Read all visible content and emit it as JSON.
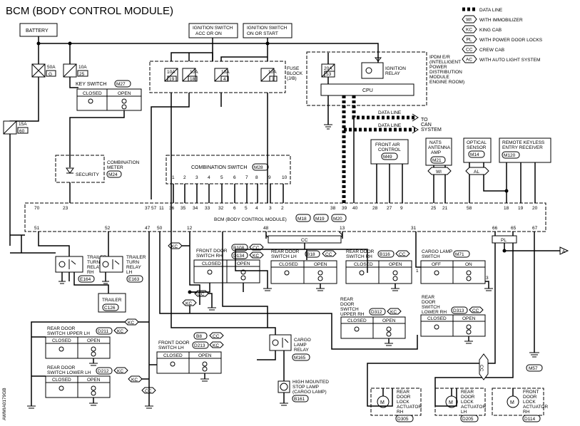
{
  "title": "BCM (BODY CONTROL MODULE)",
  "legend": [
    {
      "code": "",
      "text": "DATA LINE"
    },
    {
      "code": "WI",
      "text": "WITH IMMOBILIZER"
    },
    {
      "code": "KC",
      "text": "KING CAB"
    },
    {
      "code": "PL",
      "text": "WITH POWER DOOR LOCKS"
    },
    {
      "code": "CC",
      "text": "CREW CAB"
    },
    {
      "code": "AC",
      "text": "WITH AUTO LIGHT SYSTEM"
    }
  ],
  "battery": "BATTERY",
  "ign_acc": [
    "IGNITION SWITCH",
    "ACC OR ON"
  ],
  "ign_on": [
    "IGNITION SWITCH",
    "ON OR START"
  ],
  "fuse_50a": [
    "50A",
    "G"
  ],
  "fuse_10a_25": [
    "10A",
    "25"
  ],
  "fuse_15a_60": [
    "15A",
    "60"
  ],
  "fuse_block": [
    "FUSE",
    "BLOCK",
    "(J/B)"
  ],
  "fuse_block_fuses": [
    [
      "10A",
      "19"
    ],
    [
      "10A",
      "18"
    ],
    [
      "10A",
      "4"
    ],
    [
      "10A",
      "1"
    ]
  ],
  "ipdm": {
    "fuse": [
      "20A",
      "53"
    ],
    "relay": [
      "IGNITION",
      "RELAY"
    ],
    "cpu": "CPU",
    "label": [
      "IPDM E/R",
      "(INTELLIGENT",
      "POWER",
      "DISTRIBUTION",
      "MODULE",
      "ENGINE ROOM)"
    ]
  },
  "key_switch": {
    "name": "KEY SWITCH",
    "conn": "M27",
    "closed": "CLOSED",
    "open": "OPEN"
  },
  "data_line": "DATA LINE",
  "to_can": [
    "TO",
    "CAN",
    "SYSTEM"
  ],
  "combination_meter": {
    "name": [
      "COMBINATION",
      "METER"
    ],
    "conn": "M24",
    "security": "SECURITY"
  },
  "combination_switch": {
    "name": "COMBINATION SWITCH",
    "conn": "M28",
    "pins": [
      "1",
      "2",
      "3",
      "4",
      "5",
      "6",
      "7",
      "8",
      "9",
      "10"
    ]
  },
  "front_air": {
    "name": [
      "FRONT AIR",
      "CONTROL"
    ],
    "conn": "M49"
  },
  "nats": {
    "name": [
      "NATS",
      "ANTENNA",
      "AMP"
    ],
    "conn": "M21",
    "option": "WI"
  },
  "optical": {
    "name": [
      "OPTICAL",
      "SENSOR"
    ],
    "conn": "M14",
    "option": "AL"
  },
  "keyless": {
    "name": [
      "REMOTE KEYLESS",
      "ENTRY RECEIVER"
    ],
    "conn": "M120"
  },
  "bcm": {
    "label": "BCM (BODY CONTROL MODULE)",
    "conns": [
      "M18",
      "M19",
      "M20"
    ],
    "top_pins": [
      "70",
      "23",
      "37",
      "57",
      "11",
      "36",
      "35",
      "34",
      "33",
      "32",
      "6",
      "5",
      "4",
      "3",
      "2",
      "38",
      "39",
      "40",
      "28",
      "27",
      "9",
      "25",
      "21",
      "58",
      "18",
      "19",
      "20"
    ],
    "bottom_pins": [
      "51",
      "52",
      "47",
      "50",
      "12",
      "48",
      "13",
      "31",
      "66",
      "65",
      "67"
    ],
    "cc": "CC",
    "pl": "PL"
  },
  "trailer_rh": {
    "name": [
      "TRAILER",
      "TURN",
      "RELAY",
      "RH"
    ],
    "conn": "E164"
  },
  "trailer_lh": {
    "name": [
      "TRAILER",
      "TURN",
      "RELAY",
      "LH"
    ],
    "conn": "E163"
  },
  "trailer": {
    "name": "TRAILER",
    "conn": "C126"
  },
  "front_door_rh": {
    "name": [
      "FRONT DOOR",
      "SWITCH RH"
    ],
    "conns": [
      "B108",
      "D134"
    ],
    "opts": [
      "CC",
      "KC"
    ]
  },
  "rear_door_lh": {
    "name": [
      "REAR DOOR",
      "SWITCH LH"
    ],
    "conn": "B18",
    "opt": "CC"
  },
  "rear_door_rh": {
    "name": [
      "REAR DOOR",
      "SWITCH RH"
    ],
    "conn": "B116",
    "opt": "CC"
  },
  "cargo_lamp_sw": {
    "name": [
      "CARGO LAMP",
      "SWITCH"
    ],
    "conn": "M71",
    "off": "OFF",
    "on": "ON",
    "pins": [
      "1",
      "3"
    ]
  },
  "rear_upper_rh": {
    "name": [
      "REAR",
      "DOOR",
      "SWITCH",
      "UPPER RH"
    ],
    "conn": "D312",
    "opt": "KC"
  },
  "rear_lower_rh": {
    "name": [
      "REAR",
      "DOOR",
      "SWITCH",
      "LOWER RH"
    ],
    "conn": "D313",
    "opt": "CC"
  },
  "rear_upper_lh": {
    "name": [
      "REAR DOOR",
      "SWITCH UPPER LH"
    ],
    "conn": "D211",
    "opt": "KC"
  },
  "rear_lower_lh": {
    "name": [
      "REAR DOOR",
      "SWITCH LOWER LH"
    ],
    "conn": "D212",
    "opt": "KC"
  },
  "front_door_lh": {
    "name": [
      "FRONT DOOR",
      "SWITCH LH"
    ],
    "conns": [
      "B8",
      "D213"
    ],
    "opts": [
      "CC",
      "KC"
    ]
  },
  "cargo_relay": {
    "name": [
      "CARGO",
      "LAMP",
      "RELAY"
    ],
    "conn": "M165"
  },
  "stop_lamp": {
    "name": [
      "HIGH MOUNTED",
      "STOP LAMP",
      "(CARGO LAMP)"
    ],
    "conn": "B161"
  },
  "act_rear_rh": {
    "name": [
      "REAR",
      "DOOR",
      "LOCK",
      "ACTUATOR",
      "RH"
    ],
    "conn": "D305"
  },
  "act_rear_lh": {
    "name": [
      "REAR",
      "DOOR",
      "LOCK",
      "ACTUATOR",
      "LH"
    ],
    "conn": "D205"
  },
  "act_front_rh": {
    "name": [
      "FRONT",
      "DOOR",
      "LOCK",
      "ACTUATOR",
      "RH"
    ],
    "conn": "D114"
  },
  "ground_m57": "M57",
  "closed": "CLOSED",
  "open": "OPEN",
  "motor": "M",
  "opt_cc": "CC",
  "opt_kc": "KC",
  "opt_a": "A",
  "side_code": "AWMIA0179GB"
}
